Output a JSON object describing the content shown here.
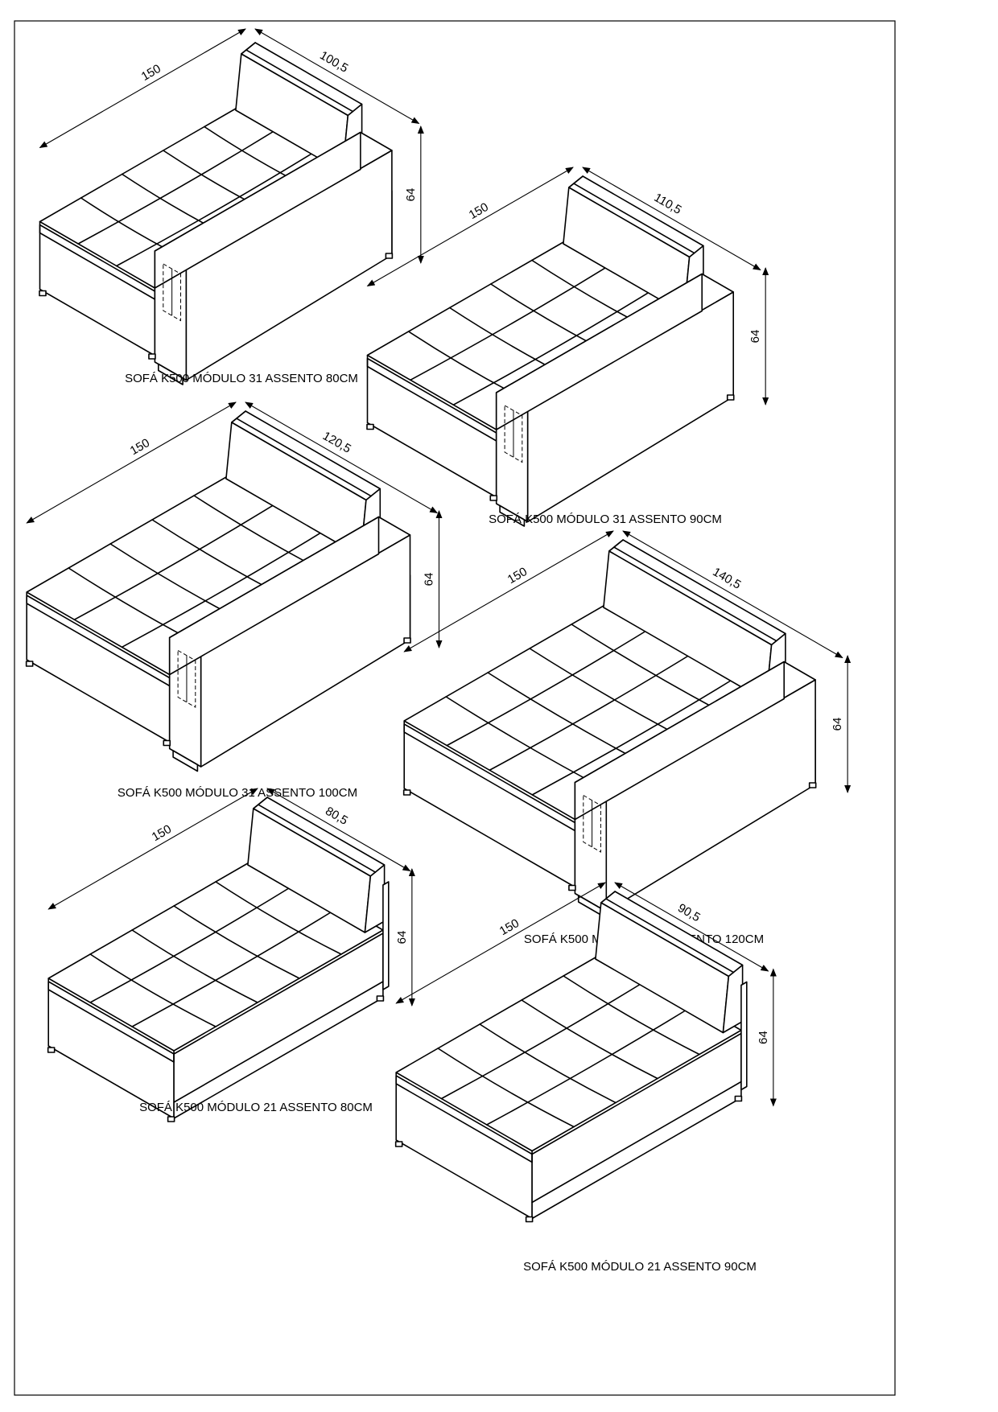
{
  "modules": [
    {
      "caption": "SOFÁ K500 MÓDULO 31 ASSENTO 80CM",
      "depth": "150",
      "width": "100,5",
      "height": "64",
      "has_arm": true,
      "seat_cols": 3
    },
    {
      "caption": "SOFÁ K500 MÓDULO 31 ASSENTO 90CM",
      "depth": "150",
      "width": "110,5",
      "height": "64",
      "has_arm": true,
      "seat_cols": 3
    },
    {
      "caption": "SOFÁ K500 MÓDULO 31 ASSENTO 100CM",
      "depth": "150",
      "width": "120,5",
      "height": "64",
      "has_arm": true,
      "seat_cols": 3
    },
    {
      "caption": "SOFÁ K500 MÓDULO 31 ASSENTO 120CM",
      "depth": "150",
      "width": "140,5",
      "height": "64",
      "has_arm": true,
      "seat_cols": 4
    },
    {
      "caption": "SOFÁ K500 MÓDULO 21 ASSENTO 80CM",
      "depth": "150",
      "width": "80,5",
      "height": "64",
      "has_arm": false,
      "seat_cols": 3
    },
    {
      "caption": "SOFÁ K500 MÓDULO 21 ASSENTO 90CM",
      "depth": "150",
      "width": "90,5",
      "height": "64",
      "has_arm": false,
      "seat_cols": 3
    }
  ]
}
